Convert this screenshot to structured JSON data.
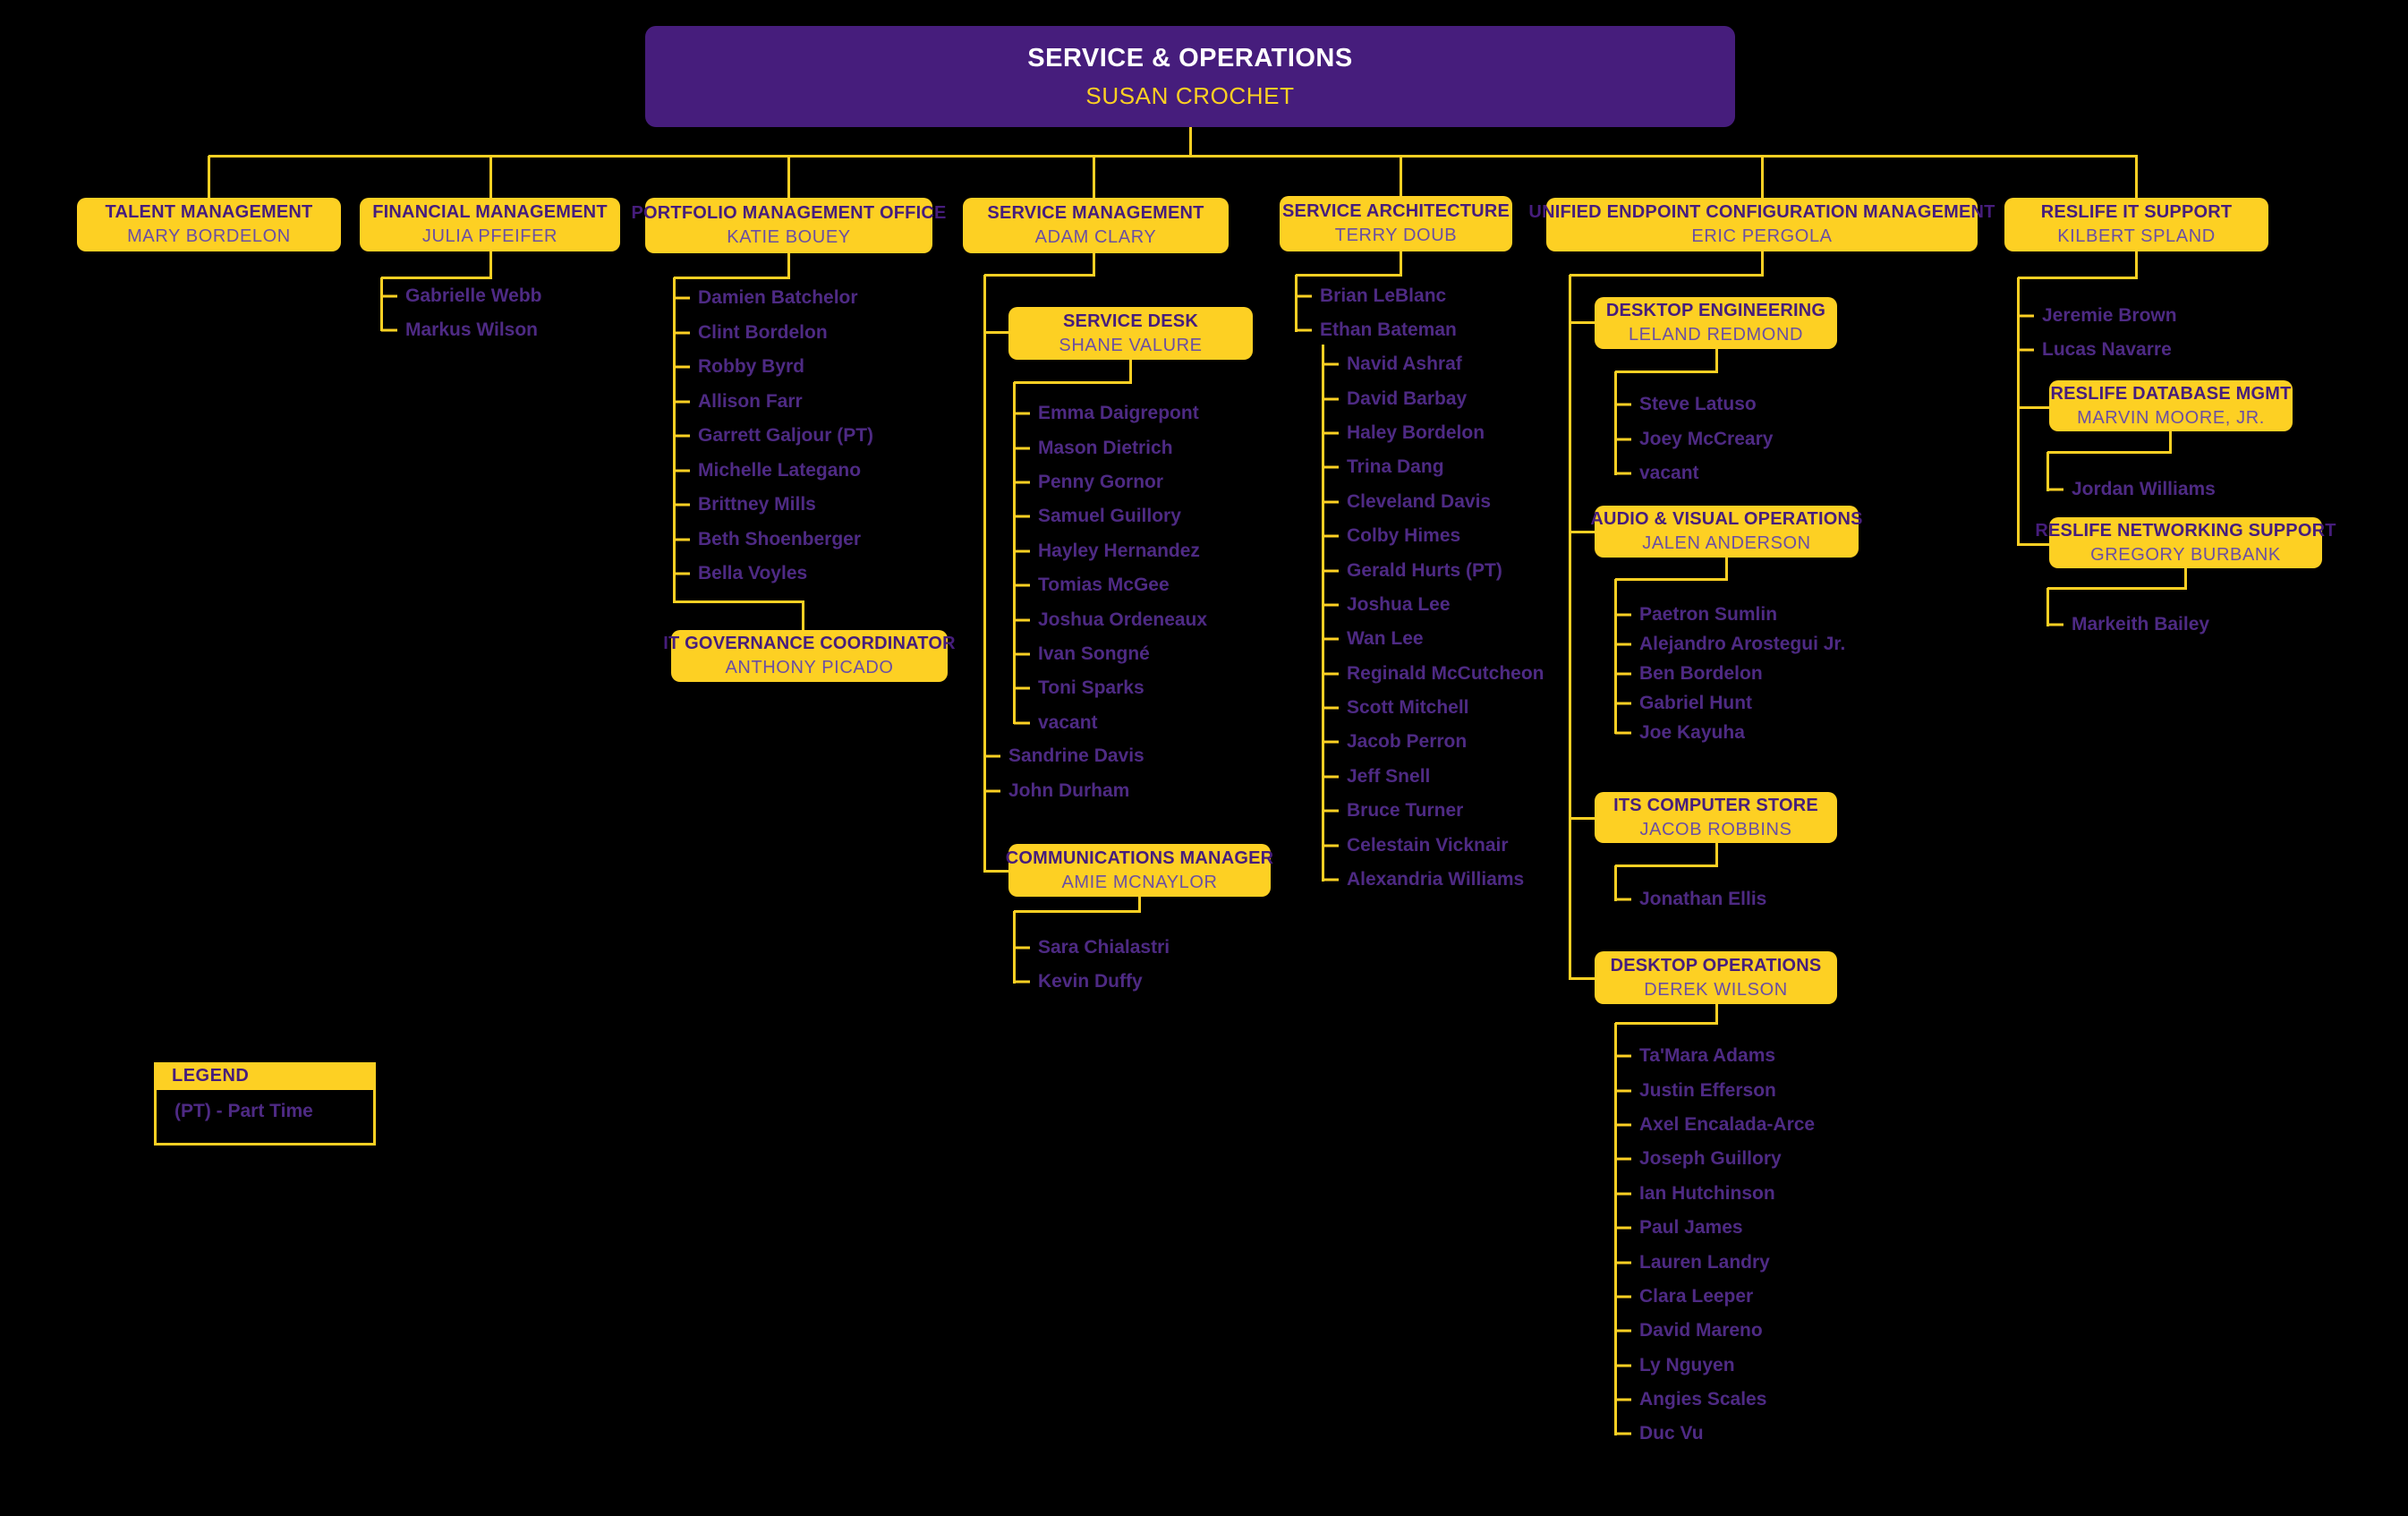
{
  "page_title": "Service & Operations Organizational Chart",
  "colors": {
    "background": "#000000",
    "brand_purple": "#461D7C",
    "brand_gold": "#FDD023",
    "root_title_text": "#FFFFFF",
    "manager_text": "#6B4FA3",
    "member_text": "#4E2A84"
  },
  "root": {
    "title": "SERVICE & OPERATIONS",
    "manager": "SUSAN CROCHET"
  },
  "departments": {
    "talent": {
      "title": "TALENT MANAGEMENT",
      "manager": "MARY BORDELON",
      "members": []
    },
    "financial": {
      "title": "FINANCIAL MANAGEMENT",
      "manager": "JULIA PFEIFER",
      "members": [
        "Gabrielle Webb",
        "Markus Wilson"
      ]
    },
    "portfolio": {
      "title": "PORTFOLIO MANAGEMENT OFFICE",
      "manager": "KATIE BOUEY",
      "members": [
        "Damien Batchelor",
        "Clint Bordelon",
        "Robby Byrd",
        "Allison Farr",
        "Garrett Galjour (PT)",
        "Michelle Lategano",
        "Brittney Mills",
        "Beth Shoenberger",
        "Bella Voyles"
      ]
    },
    "itGovernance": {
      "title": "IT GOVERNANCE COORDINATOR",
      "manager": "ANTHONY PICADO",
      "members": []
    },
    "serviceMgmt": {
      "title": "SERVICE MANAGEMENT",
      "manager": "ADAM CLARY",
      "members": [
        "Sandrine Davis",
        "John Durham"
      ]
    },
    "serviceDesk": {
      "title": "SERVICE DESK",
      "manager": "SHANE VALURE",
      "members": [
        "Emma Daigrepont",
        "Mason Dietrich",
        "Penny Gornor",
        "Samuel Guillory",
        "Hayley Hernandez",
        "Tomias McGee",
        "Joshua Ordeneaux",
        "Ivan Songné",
        "Toni Sparks",
        "vacant"
      ]
    },
    "commMgr": {
      "title": "COMMUNICATIONS MANAGER",
      "manager": "AMIE MCNAYLOR",
      "members": [
        "Sara Chialastri",
        "Kevin Duffy"
      ]
    },
    "serviceArch": {
      "title": "SERVICE ARCHITECTURE",
      "manager": "TERRY DOUB",
      "members": [
        "Brian LeBlanc",
        "Ethan Bateman"
      ],
      "team": [
        "Navid Ashraf",
        "David Barbay",
        "Haley Bordelon",
        "Trina Dang",
        "Cleveland Davis",
        "Colby Himes",
        "Gerald Hurts (PT)",
        "Joshua Lee",
        "Wan Lee",
        "Reginald McCutcheon",
        "Scott Mitchell",
        "Jacob Perron",
        "Jeff Snell",
        "Bruce Turner",
        "Celestain Vicknair",
        "Alexandria Williams"
      ]
    },
    "uecm": {
      "title": "UNIFIED ENDPOINT CONFIGURATION MANAGEMENT",
      "manager": "ERIC PERGOLA",
      "members": []
    },
    "desktopEng": {
      "title": "DESKTOP ENGINEERING",
      "manager": "LELAND REDMOND",
      "members": [
        "Steve Latuso",
        "Joey McCreary",
        "vacant"
      ]
    },
    "audioVisual": {
      "title": "AUDIO & VISUAL OPERATIONS",
      "manager": "JALEN ANDERSON",
      "members": [
        "Paetron Sumlin",
        "Alejandro Arostegui Jr.",
        "Ben Bordelon",
        "Gabriel Hunt",
        "Joe Kayuha"
      ]
    },
    "itsStore": {
      "title": "ITS COMPUTER STORE",
      "manager": "JACOB ROBBINS",
      "members": [
        "Jonathan Ellis"
      ]
    },
    "desktopOps": {
      "title": "DESKTOP OPERATIONS",
      "manager": "DEREK WILSON",
      "members": [
        "Ta'Mara Adams",
        "Justin Efferson",
        "Axel Encalada-Arce",
        "Joseph Guillory",
        "Ian Hutchinson",
        "Paul James",
        "Lauren Landry",
        "Clara Leeper",
        "David Mareno",
        "Ly Nguyen",
        "Angies Scales",
        "Duc Vu"
      ]
    },
    "reslife": {
      "title": "RESLIFE IT SUPPORT",
      "manager": "KILBERT SPLAND",
      "members": [
        "Jeremie Brown",
        "Lucas Navarre"
      ]
    },
    "dbMgmt": {
      "title": "RESLIFE DATABASE MGMT",
      "manager": "MARVIN MOORE, JR.",
      "members": [
        "Jordan Williams"
      ]
    },
    "netSupport": {
      "title": "RESLIFE NETWORKING SUPPORT",
      "manager": "GREGORY BURBANK",
      "members": [
        "Markeith Bailey"
      ]
    }
  },
  "legend": {
    "header": "LEGEND",
    "entries": [
      "(PT) - Part Time"
    ]
  }
}
